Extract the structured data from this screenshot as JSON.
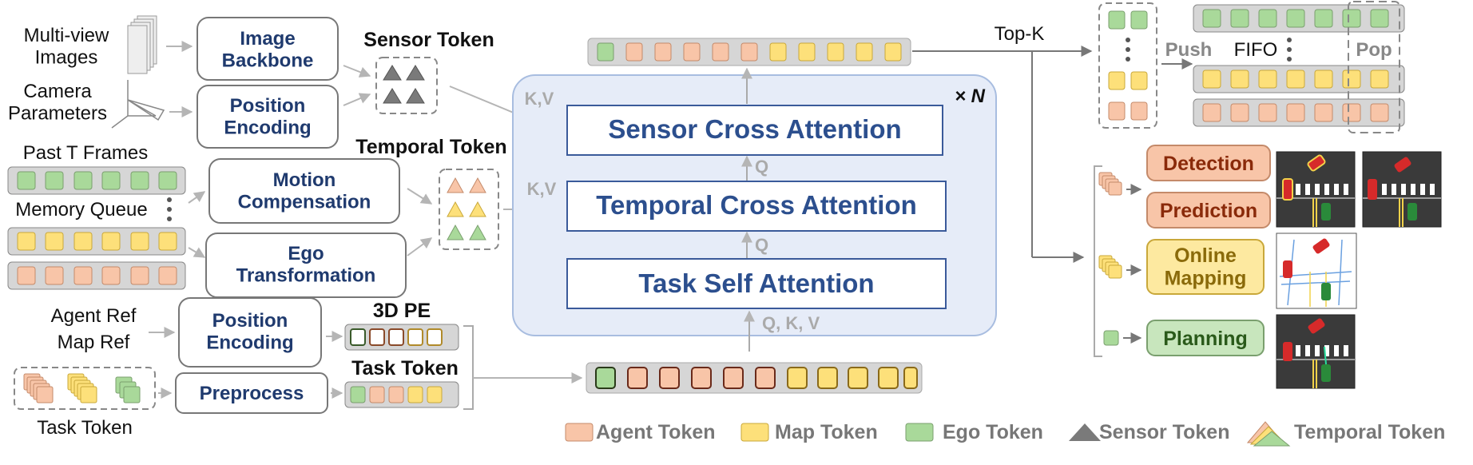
{
  "inputs": {
    "multi_view_images": "Multi-view\nImages",
    "camera_parameters": "Camera\nParameters",
    "past_frames": "Past T Frames",
    "memory_queue": "Memory Queue",
    "agent_ref": "Agent Ref",
    "map_ref": "Map Ref",
    "task_token": "Task Token"
  },
  "modules": {
    "image_backbone": "Image\nBackbone",
    "position_encoding_1": "Position\nEncoding",
    "motion_compensation": "Motion\nCompensation",
    "ego_transformation": "Ego\nTransformation",
    "position_encoding_2": "Position\nEncoding",
    "preprocess": "Preprocess"
  },
  "tokens": {
    "sensor_token": "Sensor Token",
    "temporal_token": "Temporal Token",
    "pe_3d": "3D PE",
    "task_token": "Task Token"
  },
  "decoder": {
    "sensor_cross_attention": "Sensor Cross Attention",
    "temporal_cross_attention": "Temporal Cross Attention",
    "task_self_attention": "Task Self Attention",
    "repeat": "× N",
    "kv_sensor": "K,V",
    "kv_temporal": "K,V",
    "q1": "Q",
    "q2": "Q",
    "qkv": "Q, K, V"
  },
  "memory": {
    "top_k": "Top-K",
    "push": "Push",
    "fifo": "FIFO",
    "pop": "Pop"
  },
  "heads": {
    "detection": "Detection",
    "prediction": "Prediction",
    "online_mapping": "Online\nMapping",
    "planning": "Planning"
  },
  "legend": {
    "agent": "Agent Token",
    "map": "Map Token",
    "ego": "Ego Token",
    "sensor": "Sensor Token",
    "temporal": "Temporal Token"
  },
  "colors": {
    "agent": "#f8c5a8",
    "map": "#fde07a",
    "ego": "#a9d99a",
    "navy": "#1f3a6e",
    "decoder_bg": "#e6ecf8"
  }
}
